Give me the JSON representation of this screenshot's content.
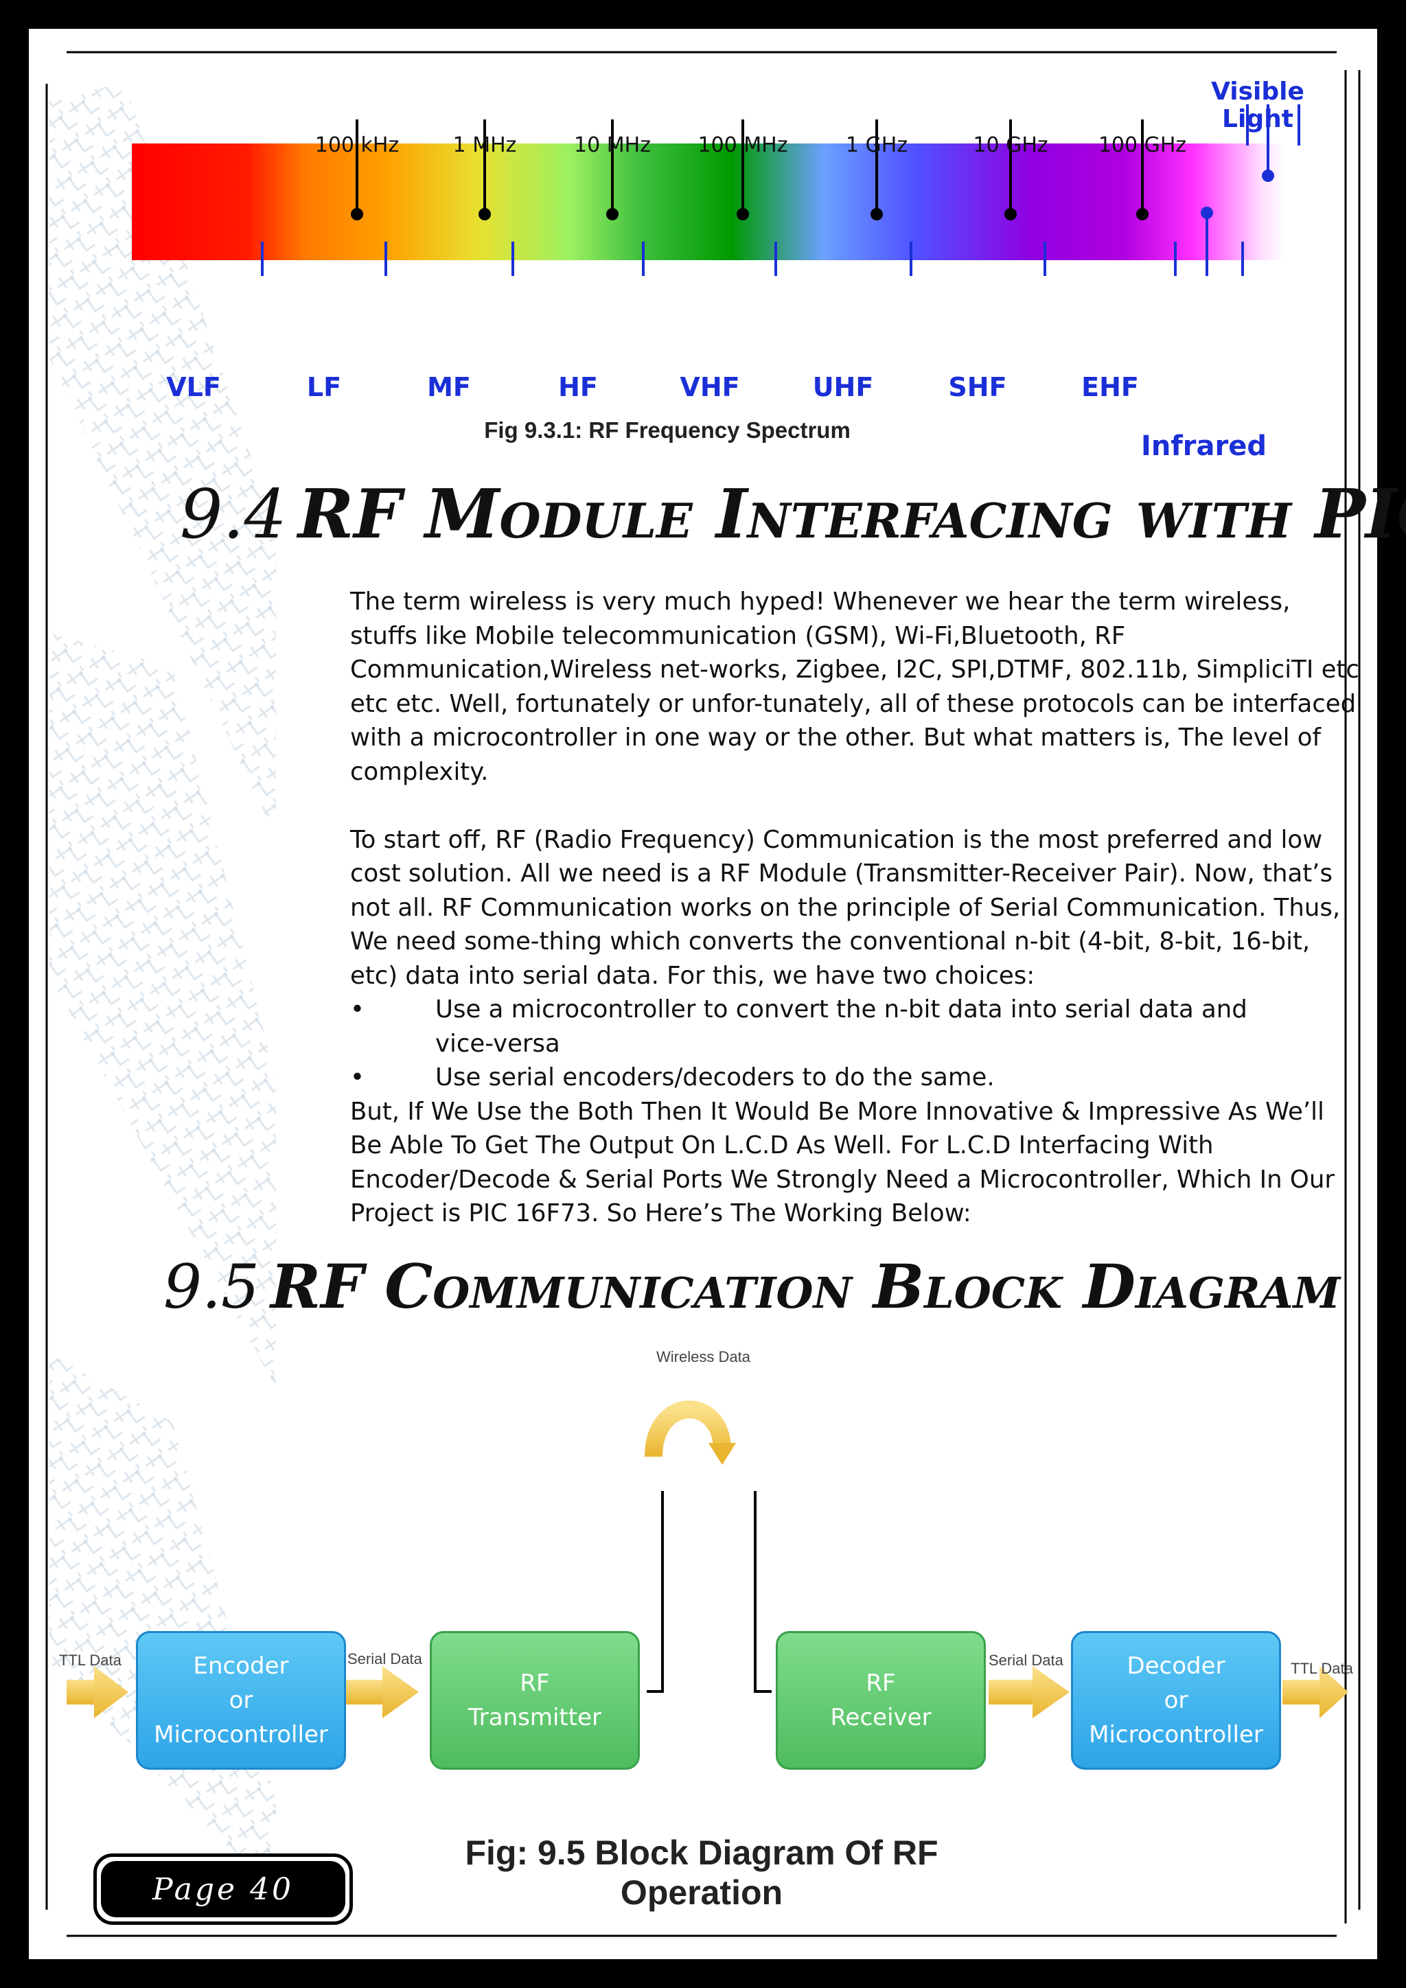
{
  "spectrum": {
    "freq_labels": [
      "100 kHz",
      "1 MHz",
      "10 MHz",
      "100 MHz",
      "1 GHz",
      "10 GHz",
      "100 GHz"
    ],
    "band_labels": [
      "VLF",
      "LF",
      "MF",
      "HF",
      "VHF",
      "UHF",
      "SHF",
      "EHF"
    ],
    "visible_light_line1": "Visible",
    "visible_light_line2": "Light",
    "infrared_label": "Infrared",
    "caption": "Fig 9.3.1:  RF Frequency Spectrum"
  },
  "section_94": {
    "number": "9.4",
    "title": "RF Module Interfacing with PIC",
    "para1": "The term wireless is very much hyped! Whenever we hear the term wireless, stuffs like Mobile telecommunication (GSM), Wi-Fi,Bluetooth, RF Communication,Wireless net-works, Zigbee, I2C, SPI,DTMF, 802.11b, SimpliciTI etc etc etc. Well, fortunately or unfor-tunately, all of these protocols can be interfaced with a microcontroller in one way or the other. But what matters is, The level of complexity.",
    "para2": "To start off, RF (Radio Frequency) Communication is the most preferred and low cost solution. All we need is a RF Module (Transmitter-Receiver Pair). Now, that’s not all. RF Communication works on the principle of Serial Communication. Thus, We need some-thing which converts the conventional n-bit (4-bit, 8-bit, 16-bit, etc) data into serial data. For this, we have two choices:",
    "bullet1": "Use a microcontroller to convert the n-bit data into serial data and vice-versa",
    "bullet2": "Use serial encoders/decoders to do the same.",
    "para3": "But, If We Use the Both Then It Would Be More Innovative & Impressive As We’ll Be Able To Get The Output On L.C.D As Well. For L.C.D Interfacing With Encoder/Decode & Serial Ports We Strongly Need a Microcontroller, Which In Our Project is PIC 16F73. So Here’s The Working Below:"
  },
  "section_95": {
    "number": "9.5",
    "title": "RF Communication Block Diagram"
  },
  "block_diagram": {
    "wireless_label": "Wireless Data",
    "ttl_in": "TTL Data",
    "ttl_out": "TTL Data",
    "serial_left": "Serial Data",
    "serial_right": "Serial Data",
    "encoder": [
      "Encoder",
      "or",
      "Microcontroller"
    ],
    "transmitter": [
      "RF",
      "Transmitter"
    ],
    "receiver": [
      "RF",
      "Receiver"
    ],
    "decoder": [
      "Decoder",
      "or",
      "Microcontroller"
    ],
    "caption": "Fig: 9.5  Block Diagram Of RF Operation"
  },
  "footer": {
    "page_label": "Page 40"
  },
  "colors": {
    "band_label_blue": "#1a2fd6",
    "block_blue": "#2ea4e8",
    "block_green": "#4fbc5f",
    "arrow_gold": "#f0c040"
  }
}
